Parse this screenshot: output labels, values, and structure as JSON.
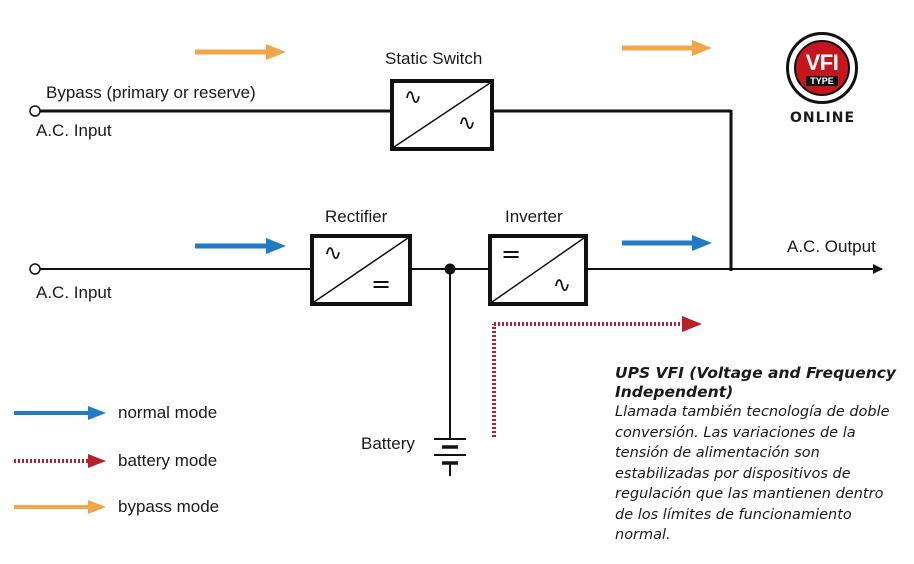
{
  "diagram": {
    "labels": {
      "static_switch": "Static Switch",
      "bypass": "Bypass (primary or reserve)",
      "ac_input_top": "A.C. Input",
      "ac_input_bottom": "A.C. Input",
      "rectifier": "Rectifier",
      "inverter": "Inverter",
      "ac_output": "A.C. Output",
      "battery": "Battery"
    },
    "legend": [
      {
        "label": "normal mode",
        "color": "#1f7bc6",
        "style": "solid"
      },
      {
        "label": "battery mode",
        "color": "#b5202a",
        "style": "dotted"
      },
      {
        "label": "bypass mode",
        "color": "#f0a64a",
        "style": "solid"
      }
    ],
    "badge": {
      "vfi": "VFI",
      "type": "TYPE",
      "online": "ONLINE",
      "color": "#c4161c"
    },
    "description": {
      "title": "UPS VFI (Voltage and Frequency Independent)",
      "body": "Llamada también tecnología de doble conversión. Las variaciones de la tensión de alimentación son estabilizadas por dispositivos de regulación que las mantienen dentro de los límites de funcionamiento normal."
    },
    "symbols": {
      "ac": "∿",
      "dc": "="
    }
  }
}
